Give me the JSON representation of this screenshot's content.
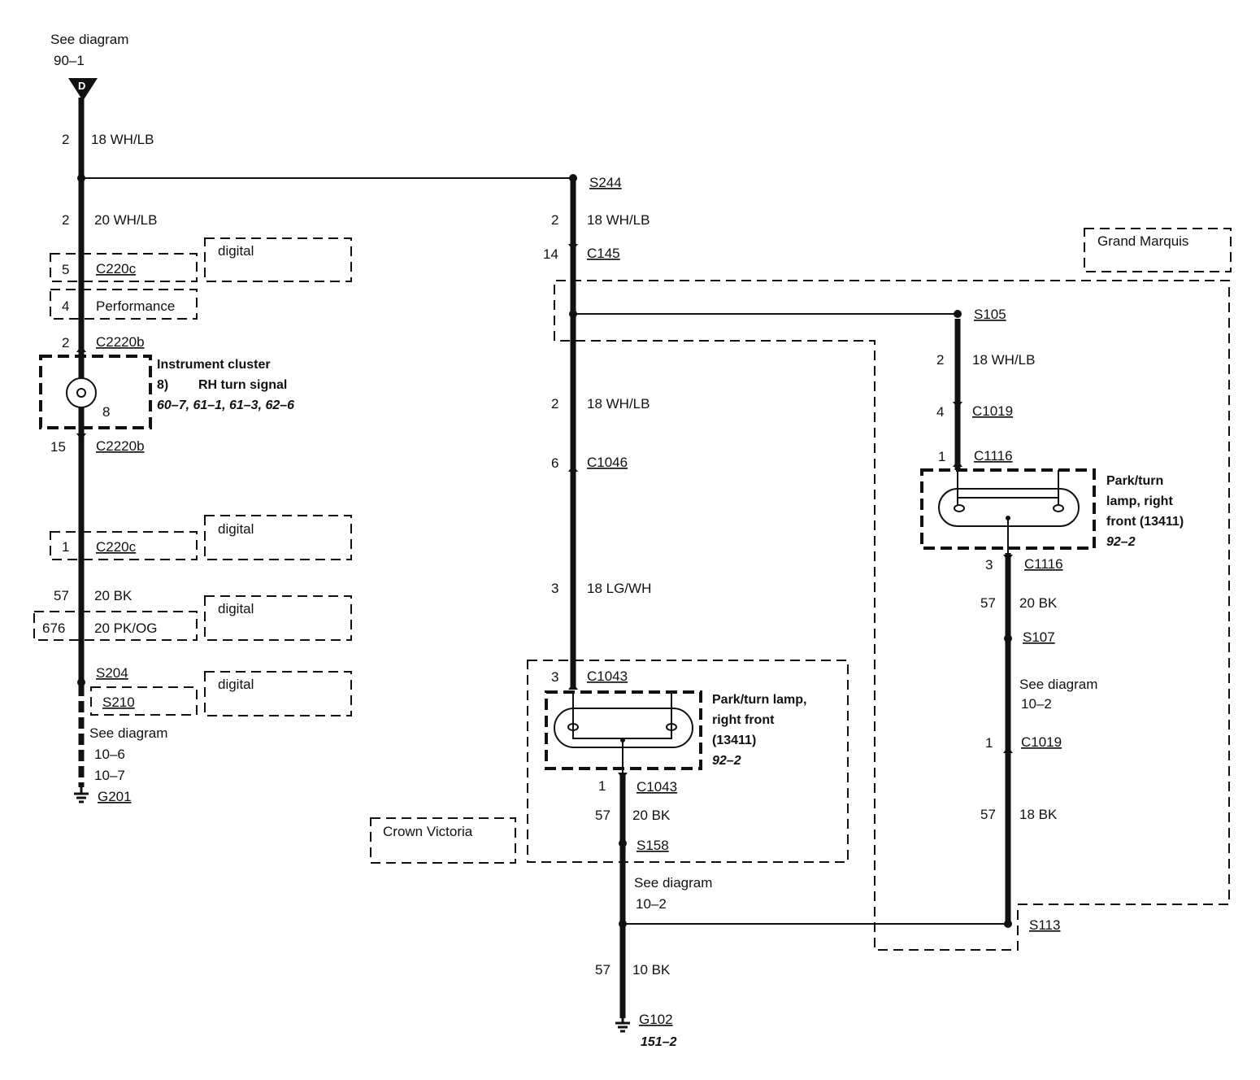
{
  "diagram": {
    "top_ref": {
      "line1": "See diagram",
      "line2": "90–1",
      "connector_letter": "D"
    },
    "left_column": {
      "w1_pin": "2",
      "w1_wire": "18 WH/LB",
      "w2_pin": "2",
      "w2_wire": "20 WH/LB",
      "c220c_top_pin": "5",
      "c220c_top": "C220c",
      "digital_1": "digital",
      "performance_pin": "4",
      "performance": "Performance",
      "c2220b_in_pin": "2",
      "c2220b_in": "C2220b",
      "cluster_title": "Instrument cluster",
      "cluster_item": "8)",
      "cluster_item_label": "RH turn signal",
      "cluster_refs": "60–7, 61–1, 61–3, 62–6",
      "cluster_pin": "8",
      "c2220b_out_pin": "15",
      "c2220b_out": "C2220b",
      "digital_2": "digital",
      "c220c_bot_pin": "1",
      "c220c_bot": "C220c",
      "bk_pin": "57",
      "bk_wire": "20 BK",
      "digital_3": "digital",
      "pkog_pin": "676",
      "pkog_wire": "20 PK/OG",
      "s204": "S204",
      "s210": "S210",
      "digital_4": "digital",
      "see_line1": "See diagram",
      "see_line2": "10–6",
      "see_line3": "10–7",
      "ground": "G201"
    },
    "middle_column": {
      "s244": "S244",
      "w1_pin": "2",
      "w1_wire": "18 WH/LB",
      "c145_pin": "14",
      "c145": "C145",
      "w2_pin": "2",
      "w2_wire": "18 WH/LB",
      "c1046_pin": "6",
      "c1046": "C1046",
      "w3_pin": "3",
      "w3_wire": "18 LG/WH",
      "c1043_top_pin": "3",
      "c1043_top": "C1043",
      "lamp_line1": "Park/turn lamp,",
      "lamp_line2": "right front",
      "lamp_line3": "(13411)",
      "lamp_ref": "92–2",
      "c1043_bot_pin": "1",
      "c1043_bot": "C1043",
      "bk_pin": "57",
      "bk_wire": "20 BK",
      "s158": "S158",
      "crown_victoria": "Crown Victoria",
      "see_line1": "See diagram",
      "see_line2": "10–2",
      "g_pin": "57",
      "g_wire": "10 BK",
      "ground": "G102",
      "ground_ref": "151–2"
    },
    "right_column": {
      "grand_marquis": "Grand Marquis",
      "s105": "S105",
      "w1_pin": "2",
      "w1_wire": "18 WH/LB",
      "c1019_top_pin": "4",
      "c1019_top": "C1019",
      "c1116_top_pin": "1",
      "c1116_top": "C1116",
      "lamp_line1": "Park/turn",
      "lamp_line2": "lamp, right",
      "lamp_line3": "front (13411)",
      "lamp_ref": "92–2",
      "c1116_bot_pin": "3",
      "c1116_bot": "C1116",
      "bk_pin": "57",
      "bk_wire": "20 BK",
      "s107": "S107",
      "see_line1": "See diagram",
      "see_line2": "10–2",
      "c1019_bot_pin": "1",
      "c1019_bot": "C1019",
      "bk2_pin": "57",
      "bk2_wire": "18 BK",
      "s113": "S113"
    }
  }
}
